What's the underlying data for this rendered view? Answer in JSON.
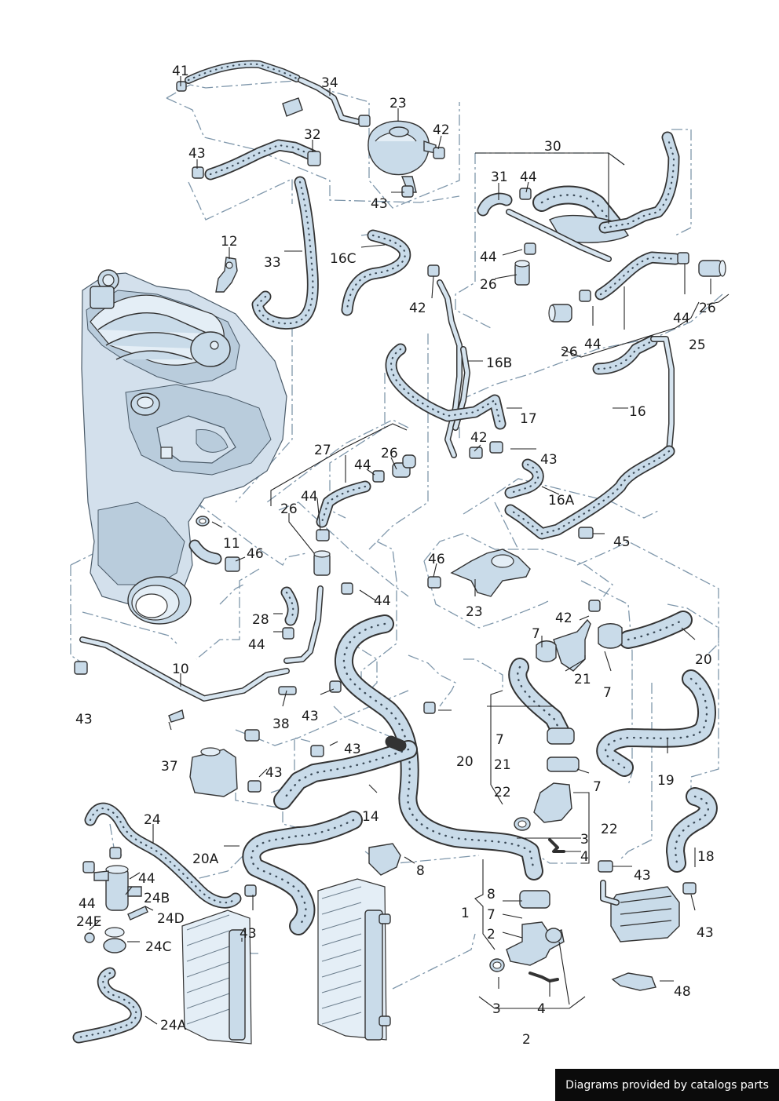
{
  "labels": [
    "41",
    "34",
    "23",
    "42",
    "32",
    "43",
    "30",
    "31",
    "44",
    "12",
    "16C",
    "33",
    "43",
    "44",
    "26",
    "42",
    "26",
    "44",
    "26",
    "44",
    "25",
    "16B",
    "17",
    "16",
    "27",
    "26",
    "44",
    "42",
    "43",
    "26",
    "44",
    "16A",
    "11",
    "46",
    "45",
    "46",
    "23",
    "28",
    "44",
    "44",
    "10",
    "42",
    "7",
    "20",
    "43",
    "21",
    "7",
    "38",
    "43",
    "7",
    "21",
    "22",
    "20",
    "37",
    "43",
    "43",
    "7",
    "19",
    "14",
    "22",
    "24",
    "20A",
    "3",
    "4",
    "44",
    "43",
    "8",
    "24B",
    "24D",
    "18",
    "24E",
    "24C",
    "43",
    "1",
    "8",
    "7",
    "2",
    "43",
    "44",
    "48",
    "3",
    "4",
    "24A",
    "2"
  ],
  "credit": "Diagrams provided by catalogs parts"
}
